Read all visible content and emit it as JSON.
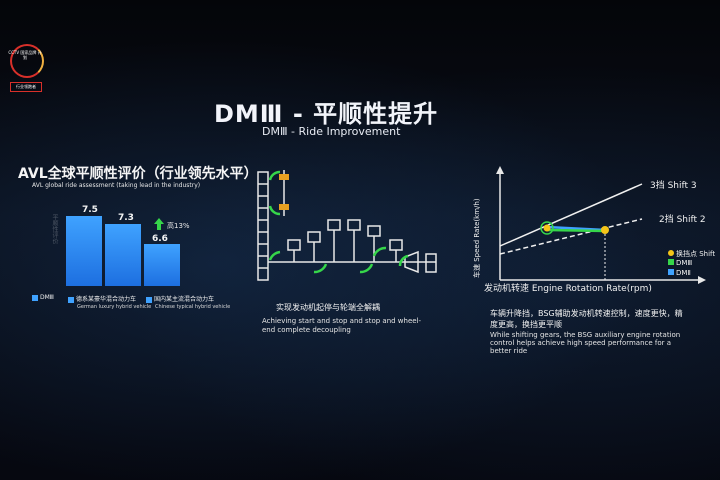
{
  "logo": {
    "text": "CCTV 国家品牌 计划",
    "sub": "行业领跑者"
  },
  "header": {
    "title": "DMⅢ - 平顺性提升",
    "subtitle": "DMⅢ - Ride Improvement"
  },
  "avl": {
    "title": "AVL全球平顺性评价（行业领先水平）",
    "subtitle": "AVL global ride assessment (taking lead in the industry)",
    "side_label": "平顺性评价",
    "values": [
      "7.5",
      "7.3",
      "6.6"
    ],
    "increase_label": "高13%",
    "legend": [
      {
        "label": "DMⅢ",
        "sub": ""
      },
      {
        "label": "德系某豪华混合动力车",
        "sub": "German luxury hybrid vehicle"
      },
      {
        "label": "国内某主流混合动力车",
        "sub": "Chinese typical hybrid vehicle"
      }
    ],
    "colors": {
      "bar": "#3fa2ff",
      "arrow": "#36d64a"
    }
  },
  "mid": {
    "caption": "实现发动机起停与轮端全解耦",
    "caption_en": "Achieving start and stop and stop and wheel-end complete decoupling"
  },
  "graph": {
    "y_label": "车速 Speed Rate(km/h)",
    "x_label": "发动机转速 Engine Rotation Rate(rpm)",
    "shift3": "3挡 Shift 3",
    "shift2": "2挡 Shift 2",
    "legend": [
      "换挡点 Shift",
      "DMⅢ",
      "DMⅡ"
    ],
    "colors": {
      "shift_point": "#f5c518",
      "dm3": "#36d64a",
      "dm2": "#3fa2ff"
    }
  },
  "right_caption": {
    "cn": "车辆升降挡，BSG辅助发动机转速控制，速度更快，精度更高，换挡更平顺",
    "en": "While shifting gears, the BSG auxiliary engine rotation control helps achieve high speed performance for a better ride"
  }
}
